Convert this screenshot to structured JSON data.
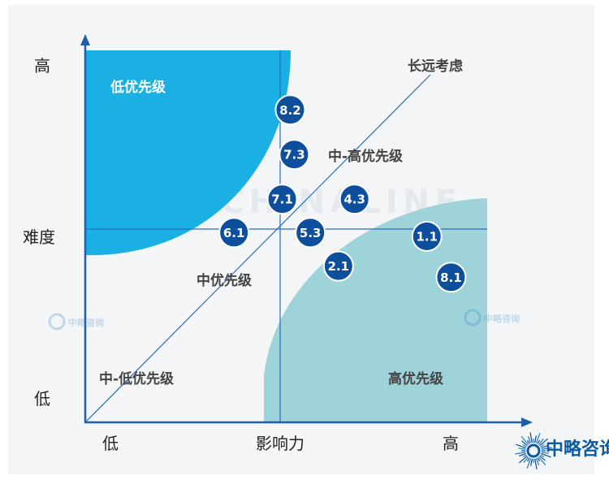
{
  "chart_data": {
    "type": "scatter",
    "x_axis": {
      "label": "影响力",
      "low": "低",
      "high": "高"
    },
    "y_axis": {
      "label": "难度",
      "low": "低",
      "high": "高"
    },
    "xlim": [
      0,
      10
    ],
    "ylim": [
      0,
      10
    ],
    "quadrant_labels": {
      "top_left": "低优先级",
      "top_right": "中-高优先级",
      "center": "中优先级",
      "bottom_left": "中-低优先级",
      "bottom_right": "高优先级",
      "diagonal": "长远考虑"
    },
    "points": [
      {
        "label": "8.2",
        "x": 5.1,
        "y": 8.4
      },
      {
        "label": "7.3",
        "x": 5.2,
        "y": 7.2
      },
      {
        "label": "7.1",
        "x": 4.9,
        "y": 6.0
      },
      {
        "label": "4.3",
        "x": 6.7,
        "y": 6.0
      },
      {
        "label": "6.1",
        "x": 3.7,
        "y": 5.1
      },
      {
        "label": "5.3",
        "x": 5.6,
        "y": 5.1
      },
      {
        "label": "1.1",
        "x": 8.5,
        "y": 5.0
      },
      {
        "label": "2.1",
        "x": 6.3,
        "y": 4.2
      },
      {
        "label": "8.1",
        "x": 9.1,
        "y": 3.9
      }
    ],
    "colors": {
      "low_priority_region": "#1ab0e3",
      "high_priority_region": "#9dd3d9",
      "bubble": "#0d4f9c",
      "axis": "#1f5ea8",
      "guide": "#2a6cc0"
    }
  },
  "watermark": {
    "name": "中略咨询",
    "background_text": "CHINALINE"
  }
}
